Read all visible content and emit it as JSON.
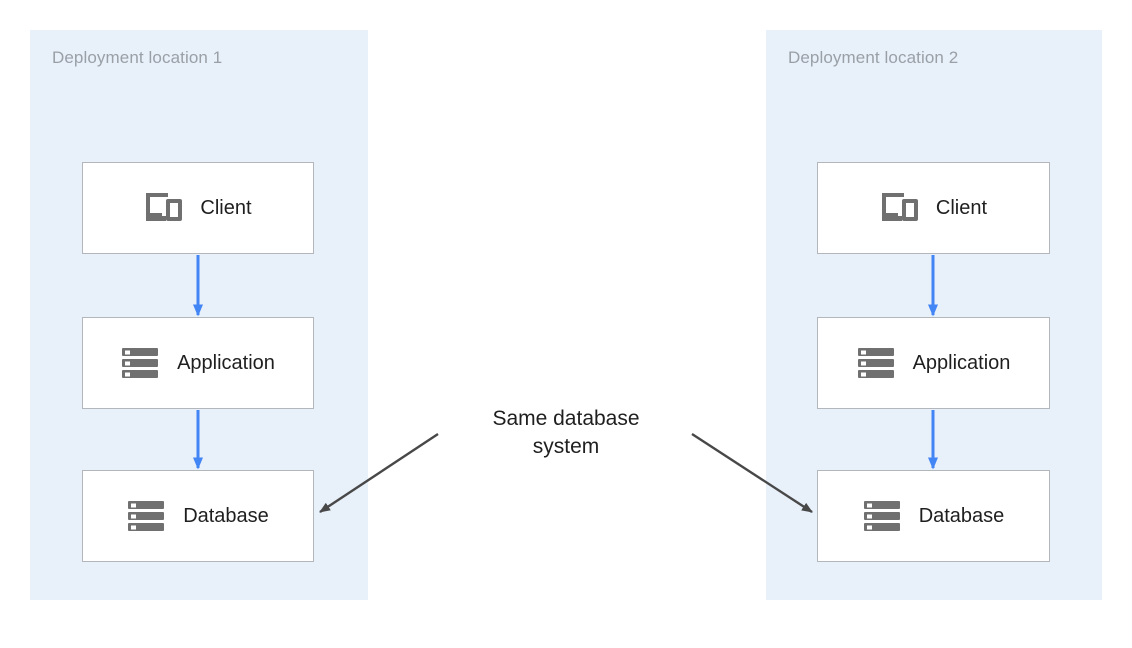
{
  "diagram": {
    "background_color": "#ffffff",
    "zone_color": "#e8f0fa",
    "flow_arrow_color": "#4285f4",
    "annotation_arrow_color": "#484848",
    "box_border_color": "#b3b6bb",
    "box_fill_color": "#ffffff",
    "zone_label_color": "#9aa0a6",
    "text_color": "#1f1f1f"
  },
  "zones": [
    {
      "id": "zone-1",
      "label": "Deployment location 1",
      "nodes": [
        {
          "id": "client-1",
          "label": "Client",
          "icon": "devices-icon"
        },
        {
          "id": "app-1",
          "label": "Application",
          "icon": "server-icon"
        },
        {
          "id": "database-1",
          "label": "Database",
          "icon": "server-icon"
        }
      ]
    },
    {
      "id": "zone-2",
      "label": "Deployment location 2",
      "nodes": [
        {
          "id": "client-2",
          "label": "Client",
          "icon": "devices-icon"
        },
        {
          "id": "app-2",
          "label": "Application",
          "icon": "server-icon"
        },
        {
          "id": "database-2",
          "label": "Database",
          "icon": "server-icon"
        }
      ]
    }
  ],
  "flows": [
    {
      "from": "client-1",
      "to": "app-1"
    },
    {
      "from": "app-1",
      "to": "database-1"
    },
    {
      "from": "client-2",
      "to": "app-2"
    },
    {
      "from": "app-2",
      "to": "database-2"
    }
  ],
  "annotation": {
    "text_line_1": "Same database",
    "text_line_2": "system",
    "points_to": [
      "database-1",
      "database-2"
    ]
  }
}
